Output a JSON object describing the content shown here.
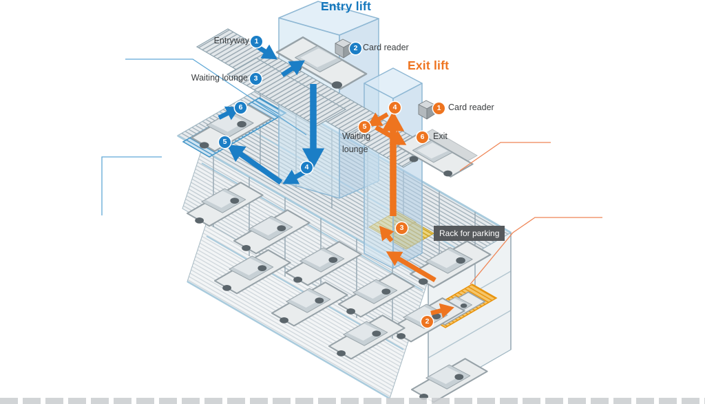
{
  "diagram": {
    "title_entry": "Entry lift",
    "title_exit": "Exit lift",
    "entry_flow": {
      "labels": {
        "entryway": "Entryway",
        "card_reader": "Card reader",
        "waiting_lounge": "Waiting lounge"
      },
      "steps": [
        "1",
        "2",
        "3",
        "4",
        "5",
        "6"
      ]
    },
    "exit_flow": {
      "labels": {
        "card_reader": "Card reader",
        "waiting_lounge": "Waiting\nlounge",
        "exit": "Exit"
      },
      "steps": [
        "1",
        "2",
        "3",
        "4",
        "5",
        "6"
      ]
    },
    "rack_label": "Rack for parking",
    "colors": {
      "entry_blue": "#1b7ec6",
      "exit_orange": "#ee741f",
      "title_blue": "#1477bd",
      "title_orange": "#ee7420",
      "rack_label_bg": "#56595c",
      "lift_tower_fill": "#cfe3f1",
      "pallet_yellow": "#e7c24a",
      "pallet_highlight_blue": "#4a97c8",
      "pallet_highlight_orange": "#f2a93b"
    }
  }
}
